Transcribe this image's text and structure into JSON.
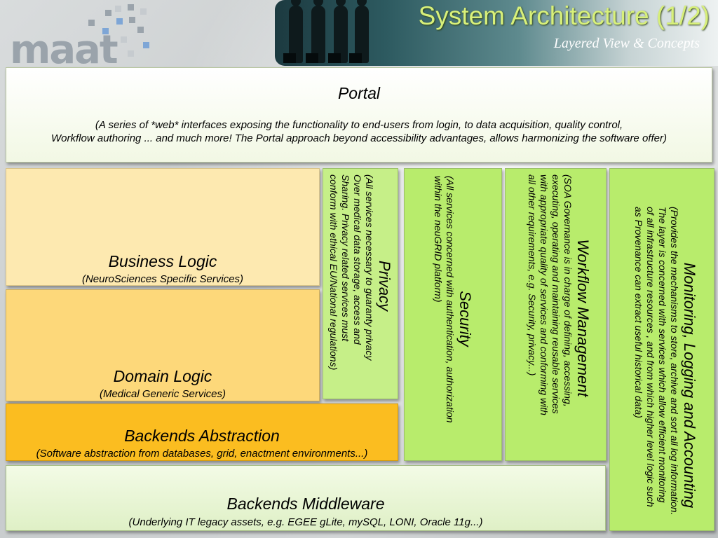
{
  "header": {
    "logo_text": "maat",
    "title": "System Architecture (1/2)",
    "subtitle": "Layered View & Concepts"
  },
  "colors": {
    "title": "#d8f07a",
    "business_logic": "#fde9b0",
    "domain_logic": "#fdd87a",
    "backends_abstraction": "#fbbd20",
    "vertical_layers": "#b8ec6c",
    "privacy": "#c6ef88",
    "portal": "#ffffff",
    "middleware": "#e8f5d4"
  },
  "portal": {
    "title": "Portal",
    "line1": "(A series of *web* interfaces exposing the functionality to end-users from login, to data acquisition, quality control,",
    "line2": "Workflow authoring ... and much more! The Portal approach beyond accessibility advantages, allows  harmonizing the software offer)"
  },
  "business_logic": {
    "title": "Business Logic",
    "desc": "(NeuroSciences Specific Services)"
  },
  "domain_logic": {
    "title": "Domain Logic",
    "desc": "(Medical Generic Services)"
  },
  "backends_abstraction": {
    "title": "Backends Abstraction",
    "desc": "(Software abstraction from databases, grid, enactment environments...)"
  },
  "backends_middleware": {
    "title": "Backends Middleware",
    "desc": "(Underlying IT legacy assets, e.g. EGEE gLite, mySQL, LONI, Oracle 11g...)"
  },
  "privacy": {
    "title": "Privacy",
    "lines": [
      "(All services necessary to guaranty privacy",
      "Over  medical data storage, access and",
      "Sharing. Privacy related services must",
      "conform with ethical EU/National regulations)"
    ]
  },
  "security": {
    "title": "Security",
    "lines": [
      "(All services concerned with authentication, authorization",
      "within the neuGRID platform)"
    ]
  },
  "workflow": {
    "title": "Workflow Management",
    "lines": [
      "(SOA Governance is in charge of defining, accessing,",
      "executing, operating and maintaining reusable services",
      "with appropriate  quality of services and conforming with",
      "all other  requirements, e.g. Security, privacy...)"
    ]
  },
  "monitoring": {
    "title": "Monitoring, Logging and Accounting",
    "lines": [
      "(Provides the mechanisms to store, archive and sort all log information.",
      "The layer is concerned with services which allow efficient monitoring",
      "of all infrastructure resources , and from which higher level logic such",
      "as Provenance can extract useful historical data)"
    ]
  }
}
